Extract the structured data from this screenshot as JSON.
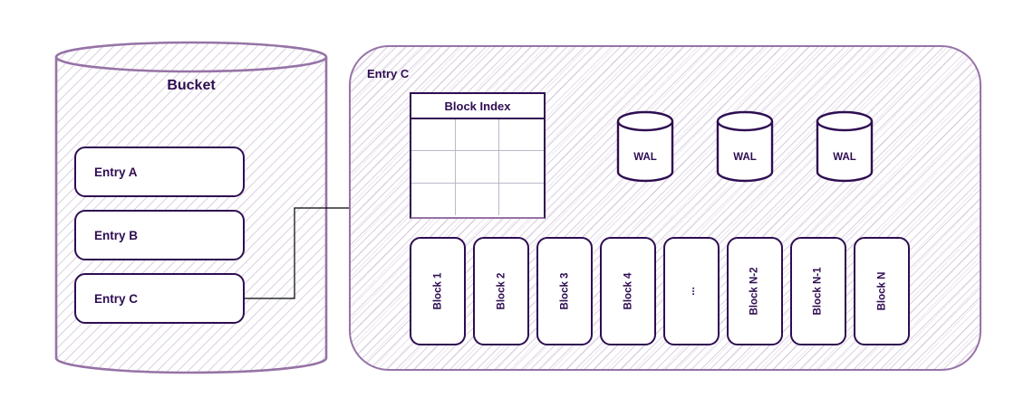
{
  "diagram": {
    "bucket": {
      "label": "Bucket",
      "entries": [
        "Entry A",
        "Entry B",
        "Entry C"
      ]
    },
    "panel": {
      "label": "Entry C",
      "block_index": {
        "title": "Block Index",
        "rows": 3,
        "columns": 3
      },
      "wal": [
        "WAL",
        "WAL",
        "WAL"
      ],
      "blocks": [
        "Block 1",
        "Block 2",
        "Block 3",
        "Block 4",
        "...",
        "Block N-2",
        "Block N-1",
        "Block N"
      ]
    },
    "colors": {
      "outline_light": "#9673a6",
      "outline_dark": "#2e0d52",
      "text": "#2e0d52",
      "hatch_line": "#9673a6",
      "connector": "#000000",
      "shape_fill": "#ffffff"
    }
  }
}
